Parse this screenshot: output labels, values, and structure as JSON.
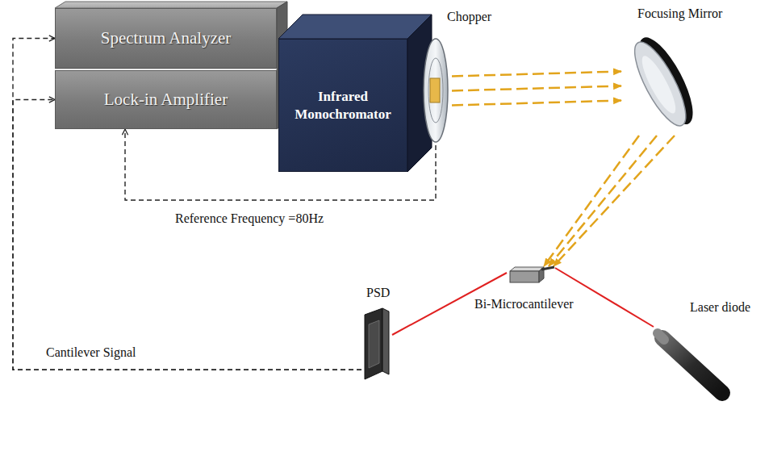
{
  "diagram": {
    "nodes": [
      {
        "text": [
          "Spectrum Analyzer"
        ]
      },
      {
        "text": [
          "Lock-in Amplifier"
        ]
      },
      {
        "text": [
          "Infrared Monochromator"
        ]
      },
      {
        "text": [
          "Chopper"
        ]
      },
      {
        "text": [
          "Focusing Mirror"
        ]
      },
      {
        "text": [
          "Bi-Microcantilever"
        ]
      },
      {
        "text": [
          "Laser diode"
        ]
      },
      {
        "text": [
          "PSD"
        ]
      }
    ],
    "edges": [
      {
        "from": 7,
        "to": 0,
        "arrow": "to"
      },
      {
        "from": 7,
        "to": 1,
        "arrow": "to",
        "label": "Cantilever Signal"
      },
      {
        "from": 3,
        "to": 1,
        "arrow": "to",
        "label": "Reference Frequency =80Hz"
      },
      {
        "from": 3,
        "to": 4,
        "arrow": "to"
      },
      {
        "from": 4,
        "to": 5,
        "arrow": "to"
      },
      {
        "from": 6,
        "to": 5,
        "arrow": "none"
      },
      {
        "from": 5,
        "to": 7,
        "arrow": "none"
      }
    ]
  }
}
